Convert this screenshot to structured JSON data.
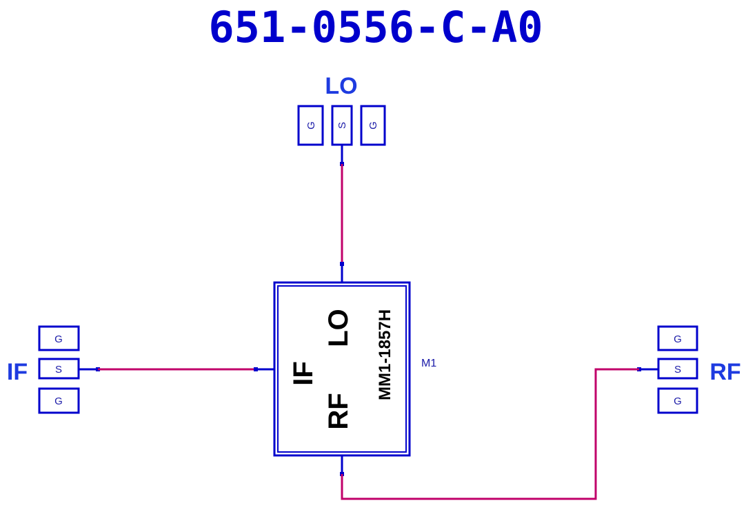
{
  "title": "651-0556-C-A0",
  "colors": {
    "title": "#0000cc",
    "port_label": "#1e3be0",
    "pad_border": "#0000cc",
    "wire": "#c0006a",
    "chip_border": "#0000cc"
  },
  "ports": {
    "lo": {
      "label": "LO",
      "pads": [
        "G",
        "S",
        "G"
      ]
    },
    "if": {
      "label": "IF",
      "pads": [
        "G",
        "S",
        "G"
      ]
    },
    "rf": {
      "label": "RF",
      "pads": [
        "G",
        "S",
        "G"
      ]
    }
  },
  "chip": {
    "ref": "M1",
    "part_number": "MM1-1857H",
    "pins": {
      "lo": "LO",
      "if": "IF",
      "rf": "RF"
    }
  }
}
